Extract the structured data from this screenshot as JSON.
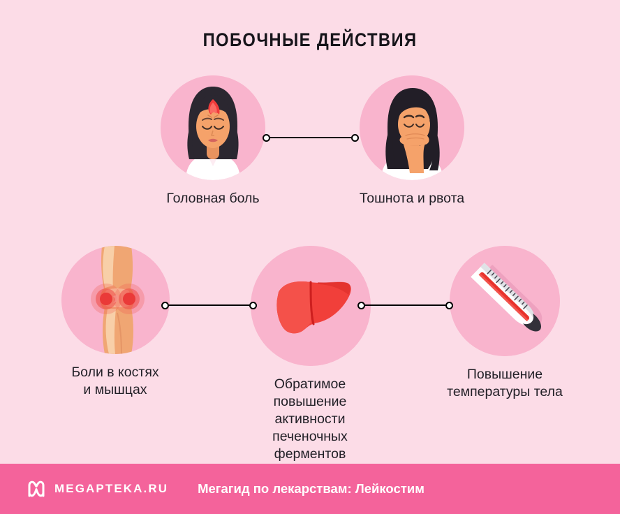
{
  "page": {
    "title": "ПОБОЧНЫЕ ДЕЙСТВИЯ",
    "background_color": "#fcdce7",
    "circle_color": "#f9b4cd",
    "text_color": "#211f26"
  },
  "rows": {
    "top": [
      {
        "icon": "woman-headache-icon",
        "caption": "Головная боль"
      },
      {
        "icon": "woman-nausea-icon",
        "caption": "Тошнота и рвота"
      }
    ],
    "bottom": [
      {
        "icon": "knee-joint-pain-icon",
        "caption": "Боли в костях\nи мышцах"
      },
      {
        "icon": "liver-icon",
        "caption": "Обратимое повышение\nактивности печеночных\nферментов"
      },
      {
        "icon": "thermometer-icon",
        "caption": "Повышение\nтемпературы тела"
      }
    ]
  },
  "connectors": [
    {
      "name": "connector-headache-nausea"
    },
    {
      "name": "connector-bones-liver"
    },
    {
      "name": "connector-liver-fever"
    }
  ],
  "footer": {
    "background_color": "#f4639b",
    "logo_mark": "megapteka-m-logo",
    "logo_text": "MEGAPTEKA.RU",
    "tagline": "Мегагид по лекарствам: Лейкостим"
  }
}
